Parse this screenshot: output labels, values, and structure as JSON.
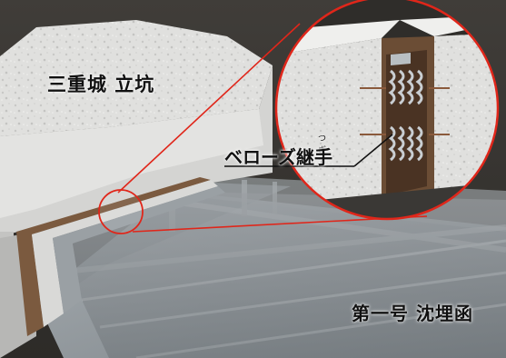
{
  "labels": {
    "shaft": "三重城 立坑",
    "joint": "ベローズ継手",
    "joint_ruby": "つぎて",
    "culvert": "第一号 沈埋函"
  },
  "colors": {
    "background": "#3c3a36",
    "concrete_light": "#e2e2e0",
    "concrete_shadow": "#a9aaa8",
    "callout_red": "#e0261a",
    "steel": "#8f959a"
  }
}
